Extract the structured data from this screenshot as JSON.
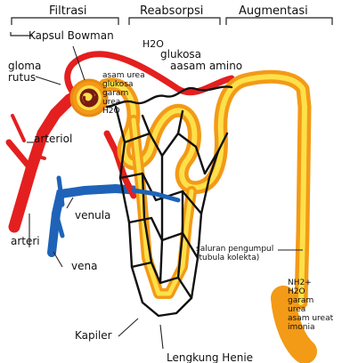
{
  "headers": {
    "filtrasi": "Filtrasi",
    "reabsorpsi": "Reabsorpsi",
    "augmentasi": "Augmentasi"
  },
  "labels": {
    "kapsul_bowman": "Kapsul Bowman",
    "glomerulus": "gloma\nrutus",
    "arteriol": "arteriol",
    "arteri": "arteri",
    "venula": "venula",
    "vena": "vena",
    "kapiler": "Kapiler",
    "lengkung_henle": "Lengkung Henie",
    "saluran_pengumpul": "saluran pengumpul\n(tubula kolekta)"
  },
  "reabsorbed": [
    "H2O",
    "glukosa",
    "aasam amino"
  ],
  "filtrate": "asam urea\nglukosa\ngaram\nurea\nH2O",
  "urine": "NH2+\nH2O\ngaram\nurea\nasam ureat\nimonia",
  "colors": {
    "artery": "#e41f1f",
    "vein": "#1e63b8",
    "tubule": "#f7a21b",
    "tubule_core": "#fde04a",
    "capillary": "#111111"
  }
}
